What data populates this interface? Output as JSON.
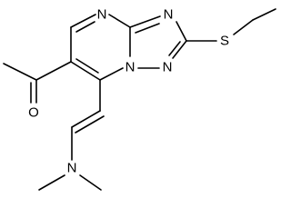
{
  "molecule": {
    "atoms": {
      "n_top": "N",
      "n_triazole_right": "N",
      "n_triazole_bottom": "N",
      "n_bridge": "N",
      "s_thioether": "S",
      "o_carbonyl": "O",
      "n_amine": "N"
    }
  }
}
